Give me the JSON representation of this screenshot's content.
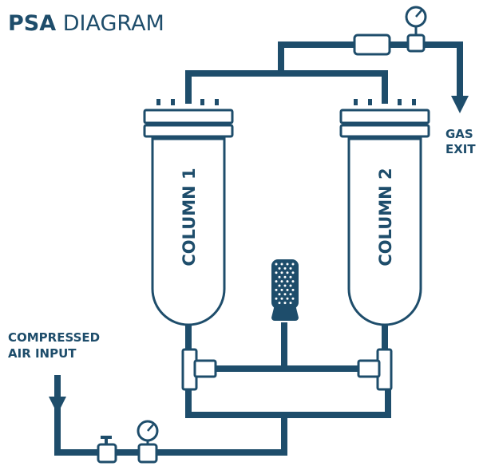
{
  "title": {
    "bold": "PSA",
    "rest": "DIAGRAM"
  },
  "labels": {
    "column_1": "COLUMN 1",
    "column_2": "COLUMN 2",
    "gas_exit_line1": "GAS",
    "gas_exit_line2": "EXIT",
    "air_input_line1": "COMPRESSED",
    "air_input_line2": "AIR INPUT"
  },
  "colors": {
    "primary": "#1e4d6b",
    "background": "#ffffff"
  }
}
